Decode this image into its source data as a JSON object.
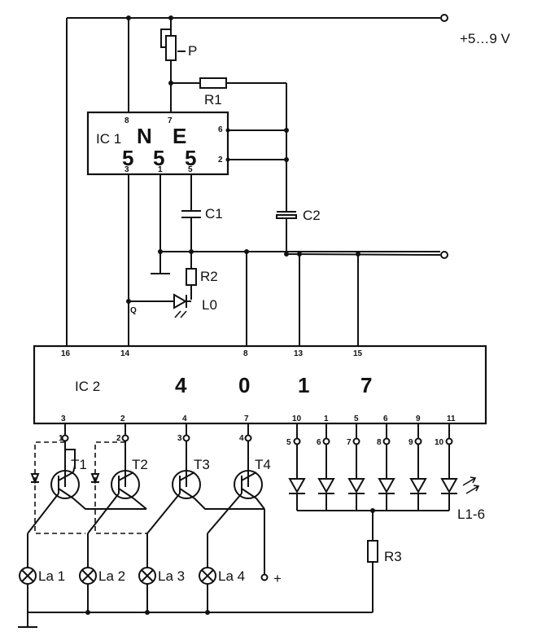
{
  "supply": {
    "label": "+5…9 V"
  },
  "ic1": {
    "name": "IC 1",
    "chars": [
      "N",
      "E",
      "5",
      "5",
      "5"
    ],
    "pins": {
      "p8": "8",
      "p7": "7",
      "p6": "6",
      "p2": "2",
      "p3": "3",
      "p1": "1",
      "p5": "5"
    }
  },
  "ic2": {
    "name": "IC 2",
    "digits": [
      "4",
      "0",
      "1",
      "7"
    ],
    "top_pins": [
      "16",
      "14",
      "8",
      "13",
      "15"
    ],
    "bottom_pins": [
      "3",
      "2",
      "4",
      "7",
      "10",
      "1",
      "5",
      "6",
      "9",
      "11"
    ]
  },
  "components": {
    "pot": "P",
    "r1": "R1",
    "r2": "R2",
    "r3": "R3",
    "c1": "C1",
    "c2": "C2",
    "l0": "L0",
    "q": "Q",
    "leds": "L1-6"
  },
  "transistors": [
    {
      "label": "T1",
      "node": "1"
    },
    {
      "label": "T2",
      "node": "2"
    },
    {
      "label": "T3",
      "node": "3"
    },
    {
      "label": "T4",
      "node": "4"
    }
  ],
  "lamps": [
    "La 1",
    "La 2",
    "La 3",
    "La 4"
  ],
  "lamp_supply": "+",
  "led_nodes": [
    "5",
    "6",
    "7",
    "8",
    "9",
    "10"
  ]
}
